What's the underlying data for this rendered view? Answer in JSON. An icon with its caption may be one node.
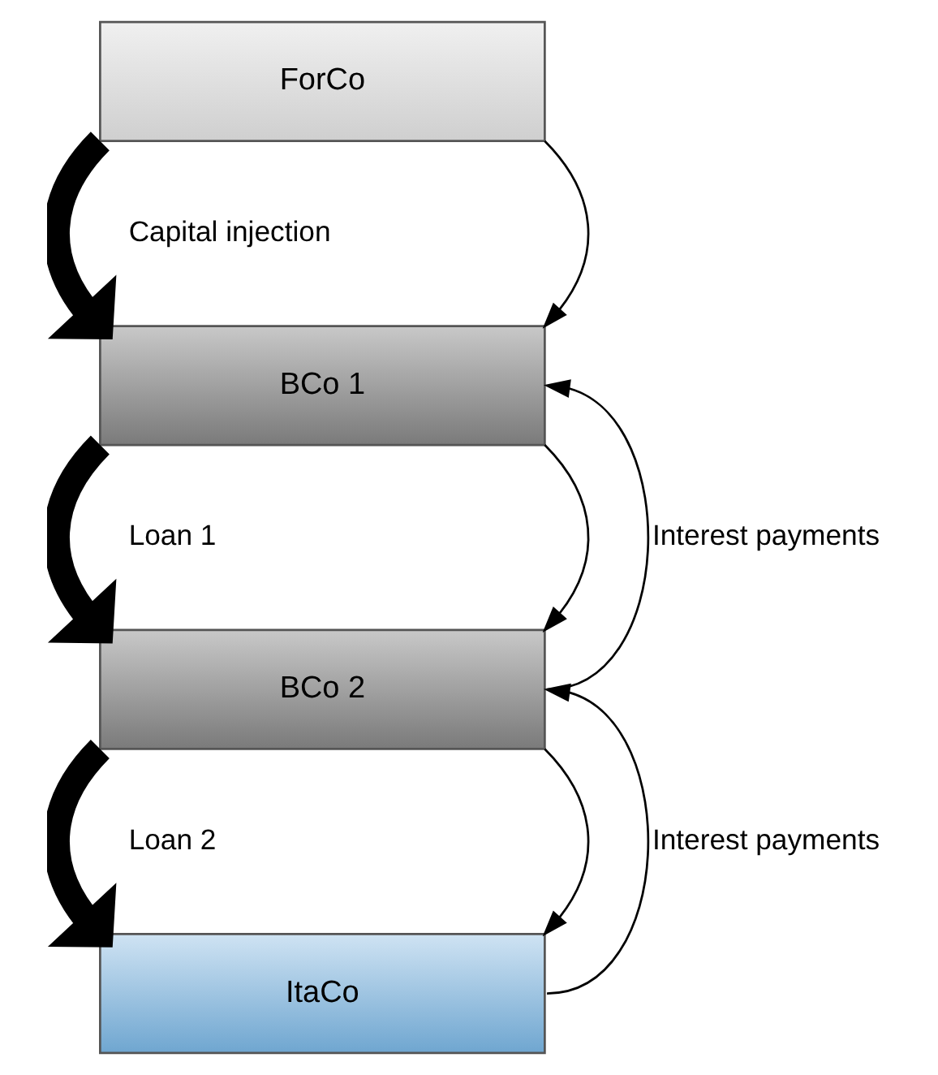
{
  "diagram": {
    "nodes": [
      {
        "text": [
          "ForCo"
        ]
      },
      {
        "text": [
          "BCo 1"
        ]
      },
      {
        "text": [
          "BCo 2"
        ]
      },
      {
        "text": [
          "ItaCo"
        ]
      }
    ],
    "edges": [
      {
        "from": 0,
        "to": 1,
        "arrow": "to",
        "label": "Capital injection",
        "style": "thick"
      },
      {
        "from": 0,
        "to": 1,
        "arrow": "to"
      },
      {
        "from": 1,
        "to": 2,
        "arrow": "to",
        "label": "Loan 1",
        "style": "thick"
      },
      {
        "from": 1,
        "to": 2,
        "arrow": "to"
      },
      {
        "from": 2,
        "to": 1,
        "arrow": "to",
        "label": "Interest payments"
      },
      {
        "from": 2,
        "to": 3,
        "arrow": "to",
        "label": "Loan 2",
        "style": "thick"
      },
      {
        "from": 2,
        "to": 3,
        "arrow": "to"
      },
      {
        "from": 3,
        "to": 2,
        "arrow": "to",
        "label": "Interest payments"
      }
    ]
  }
}
